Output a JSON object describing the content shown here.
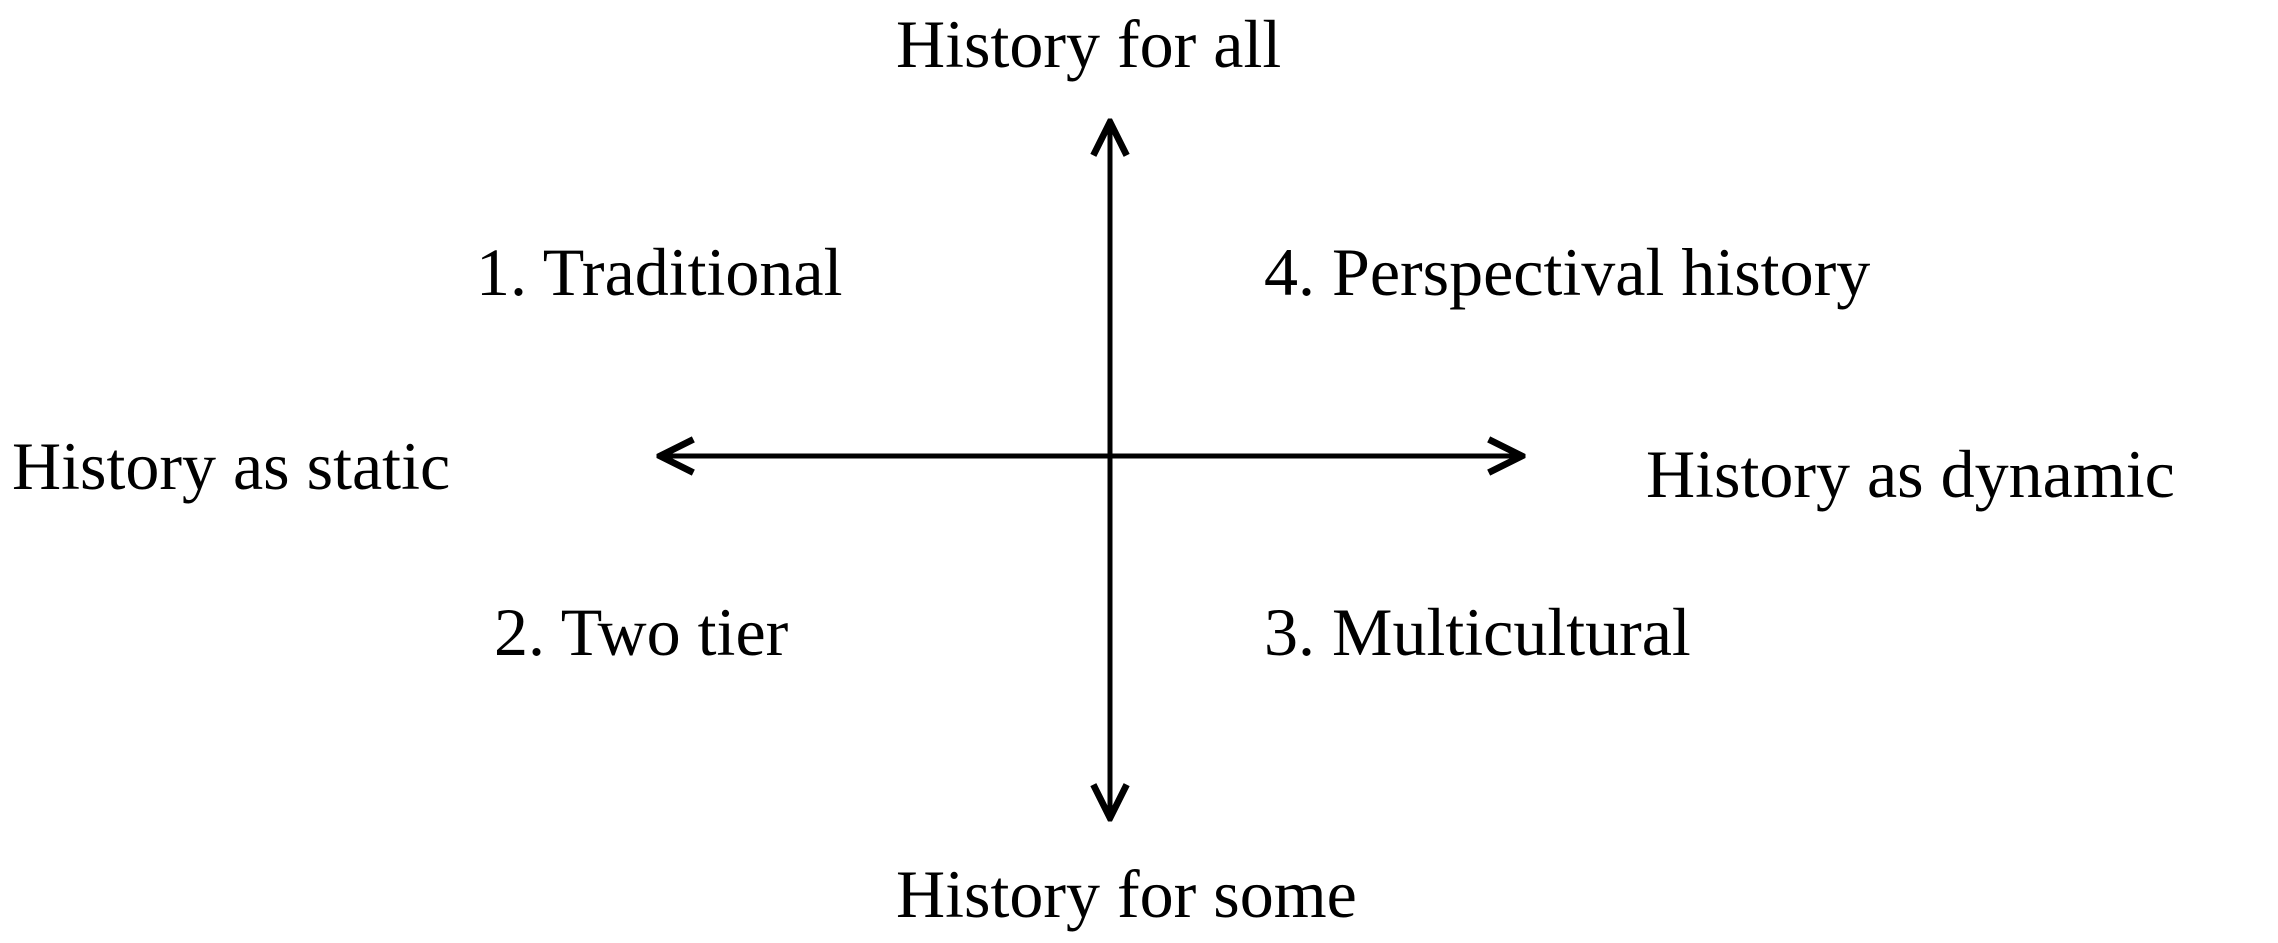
{
  "axes": {
    "top": "History for all",
    "bottom": "History for some",
    "left": "History as static",
    "right": "History as dynamic"
  },
  "quadrants": {
    "top_left": "1. Traditional",
    "bottom_left": "2. Two tier",
    "bottom_right": "3. Multicultural",
    "top_right": "4. Perspectival history"
  },
  "colors": {
    "ink": "#000000",
    "background": "#ffffff"
  }
}
